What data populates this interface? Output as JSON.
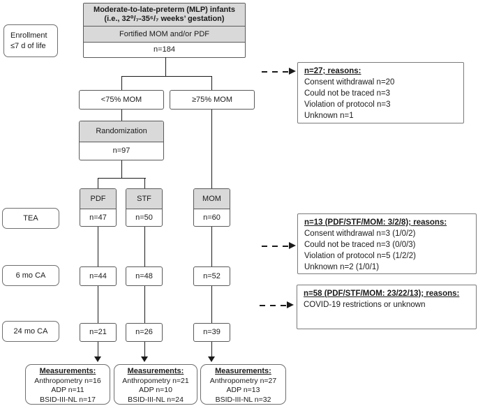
{
  "diagram": {
    "stage_labels": {
      "enrollment_line1": "Enrollment",
      "enrollment_line2": "≤7 d of life",
      "tea": "TEA",
      "six_mo": "6 mo CA",
      "twentyfour_mo": "24 mo CA"
    },
    "population_box": {
      "title_line1": "Moderate-to-late-preterm (MLP) infants",
      "title_line2": "(i.e., 32⁰/₇-35⁶/₇ weeks’ gestation)",
      "feeding": "Fortified MOM and/or PDF",
      "n": "n=184"
    },
    "branch": {
      "left": "<75% MOM",
      "right": "≥75% MOM"
    },
    "randomization": {
      "label": "Randomization",
      "n": "n=97"
    },
    "columns": [
      {
        "group": "PDF",
        "n_tea": "n=47",
        "n_6mo": "n=44",
        "n_24mo": "n=21",
        "measurements": {
          "title": "Measurements:",
          "lines": [
            "Anthropometry n=16",
            "ADP n=11",
            "BSID-III-NL n=17"
          ]
        }
      },
      {
        "group": "STF",
        "n_tea": "n=50",
        "n_6mo": "n=48",
        "n_24mo": "n=26",
        "measurements": {
          "title": "Measurements:",
          "lines": [
            "Anthropometry n=21",
            "ADP n=10",
            "BSID-III-NL n=24"
          ]
        }
      },
      {
        "group": "MOM",
        "n_tea": "n=60",
        "n_6mo": "n=52",
        "n_24mo": "n=39",
        "measurements": {
          "title": "Measurements:",
          "lines": [
            "Anthropometry n=27",
            "ADP n=13",
            "BSID-III-NL n=32"
          ]
        }
      }
    ],
    "dropouts": [
      {
        "title": "n=27; reasons:",
        "lines": [
          "Consent withdrawal n=20",
          "Could not be traced n=3",
          "Violation of protocol n=3",
          "Unknown n=1"
        ]
      },
      {
        "title": "n=13 (PDF/STF/MOM: 3/2/8); reasons:",
        "lines": [
          "Consent withdrawal n=3 (1/0/2)",
          "Could not be traced n=3 (0/0/3)",
          "Violation of protocol n=5 (1/2/2)",
          "Unknown n=2 (1/0/1)"
        ]
      },
      {
        "title": "n=58 (PDF/STF/MOM: 23/22/13); reasons:",
        "lines": [
          "COVID-19 restrictions or unknown"
        ]
      }
    ],
    "colors": {
      "header_fill": "#d9d9d9",
      "box_border": "#595959",
      "line": "#1a1a1a"
    }
  }
}
